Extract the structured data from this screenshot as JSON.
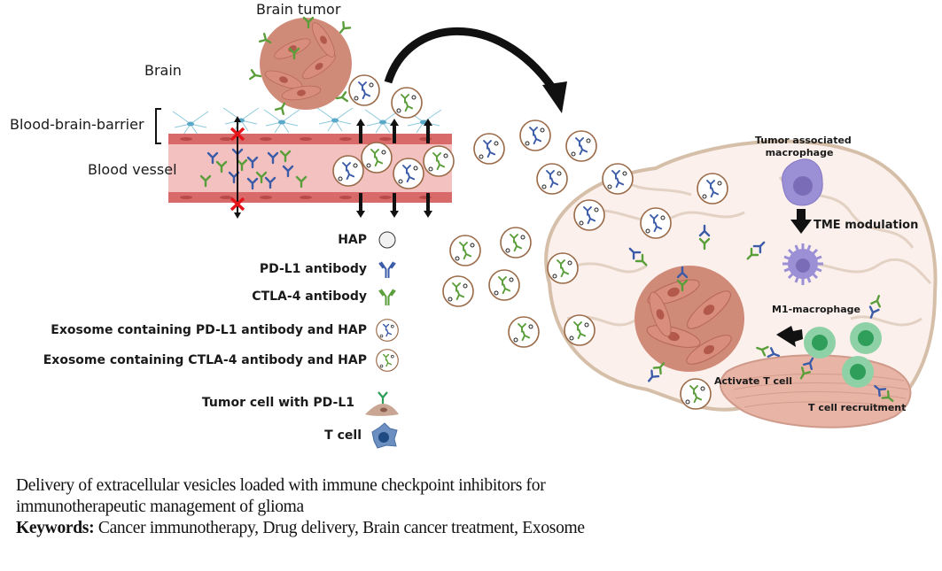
{
  "figure": {
    "labels": {
      "brain_tumor": "Brain tumor",
      "brain": "Brain",
      "bbb": "Blood-brain-barrier",
      "blood_vessel": "Blood vessel",
      "tam": "Tumor associated\nmacrophage",
      "tam_line1": "Tumor associated",
      "tam_line2": "macrophage",
      "tme": "TME modulation",
      "m1": "M1-macrophage",
      "activate": "Activate T cell",
      "recruit": "T cell recruitment"
    },
    "legend": [
      {
        "label": "HAP",
        "icon": "hap-circle-icon"
      },
      {
        "label": "PD-L1 antibody",
        "icon": "pdl1-antibody-icon"
      },
      {
        "label": "CTLA-4 antibody",
        "icon": "ctla4-antibody-icon"
      },
      {
        "label": "Exosome containing PD-L1 antibody and HAP",
        "icon": "exosome-pdl1-icon"
      },
      {
        "label": "Exosome containing CTLA-4 antibody and HAP",
        "icon": "exosome-ctla4-icon"
      },
      {
        "label": "Tumor cell with PD-L1",
        "icon": "tumor-cell-icon"
      },
      {
        "label": "T cell",
        "icon": "t-cell-icon"
      }
    ],
    "colors": {
      "pdl1_blue": "#3b5ba8",
      "ctla4_green": "#5a9e3a",
      "tumor_pink": "#c97a6a",
      "vessel_pink": "#f2c1c0",
      "vessel_wall": "#d86a6a",
      "brain_outline": "#d6bfa9",
      "exosome_outline": "#9a6a48",
      "macrophage_purple": "#9b8fd6",
      "tcell_green": "#7fc99a",
      "bbb_blue": "#8ec9dc",
      "block_red": "#e5141a"
    }
  },
  "caption": {
    "line1": "Delivery of extracellular vesicles loaded with immune checkpoint inhibitors for",
    "line2": "immunotherapeutic management of glioma",
    "keywords_label": "Keywords:",
    "keywords": "Cancer immunotherapy, Drug delivery, Brain cancer treatment, Exosome"
  }
}
